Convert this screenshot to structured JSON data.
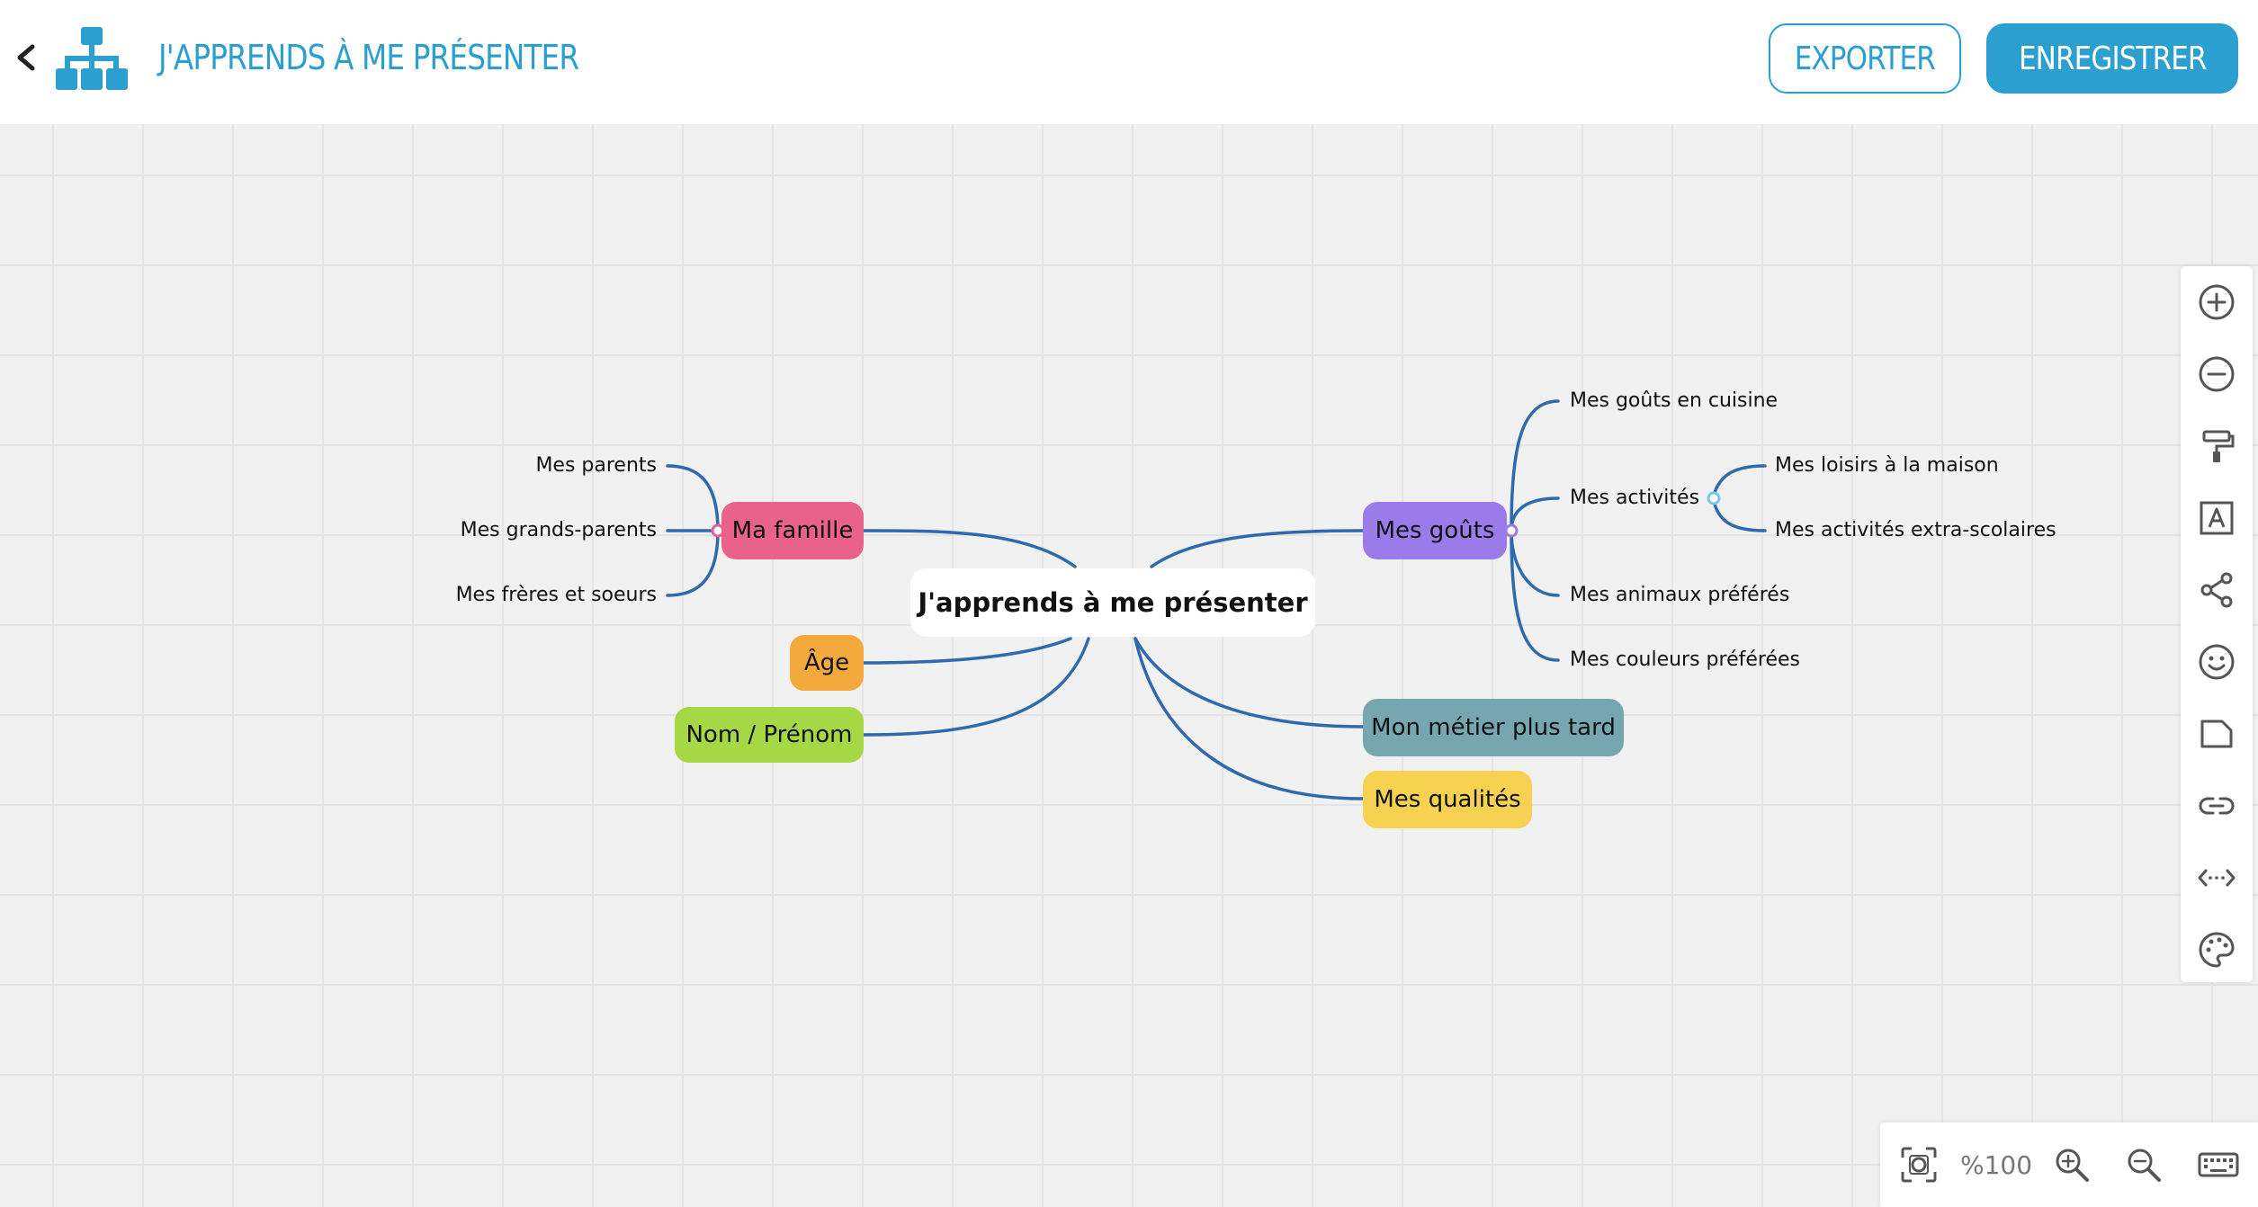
{
  "header": {
    "title": "J'apprends à me présenter",
    "export_label": "Exporter",
    "save_label": "Enregistrer",
    "accent_color": "#2a9fd0"
  },
  "mindmap": {
    "root": "J'apprends à me présenter",
    "branches": {
      "famille": {
        "label": "Ma famille",
        "color": "#e8628c",
        "children": [
          "Mes parents",
          "Mes grands-parents",
          "Mes frères et soeurs"
        ]
      },
      "age": {
        "label": "Âge",
        "color": "#f2aa3d"
      },
      "nom": {
        "label": "Nom / Prénom",
        "color": "#a6d845"
      },
      "gouts": {
        "label": "Mes goûts",
        "color": "#9b7bea",
        "children": {
          "cuisine": "Mes goûts en cuisine",
          "activites": "Mes activités",
          "animaux": "Mes animaux préférés",
          "couleurs": "Mes couleurs préférées"
        },
        "activites_children": [
          "Mes loisirs à la maison",
          "Mes activités extra-scolaires"
        ]
      },
      "metier": {
        "label": "Mon métier plus tard",
        "color": "#76a7b0"
      },
      "qualites": {
        "label": "Mes qualités",
        "color": "#f6d250"
      }
    },
    "link_color": "#2f6aad"
  },
  "toolbar": {
    "tools": [
      "add-icon",
      "remove-icon",
      "format-paint-icon",
      "text-style-icon",
      "share-icon",
      "emoji-icon",
      "note-icon",
      "link-icon",
      "code-icon",
      "palette-icon"
    ]
  },
  "bottombar": {
    "zoom_label": "%100"
  }
}
